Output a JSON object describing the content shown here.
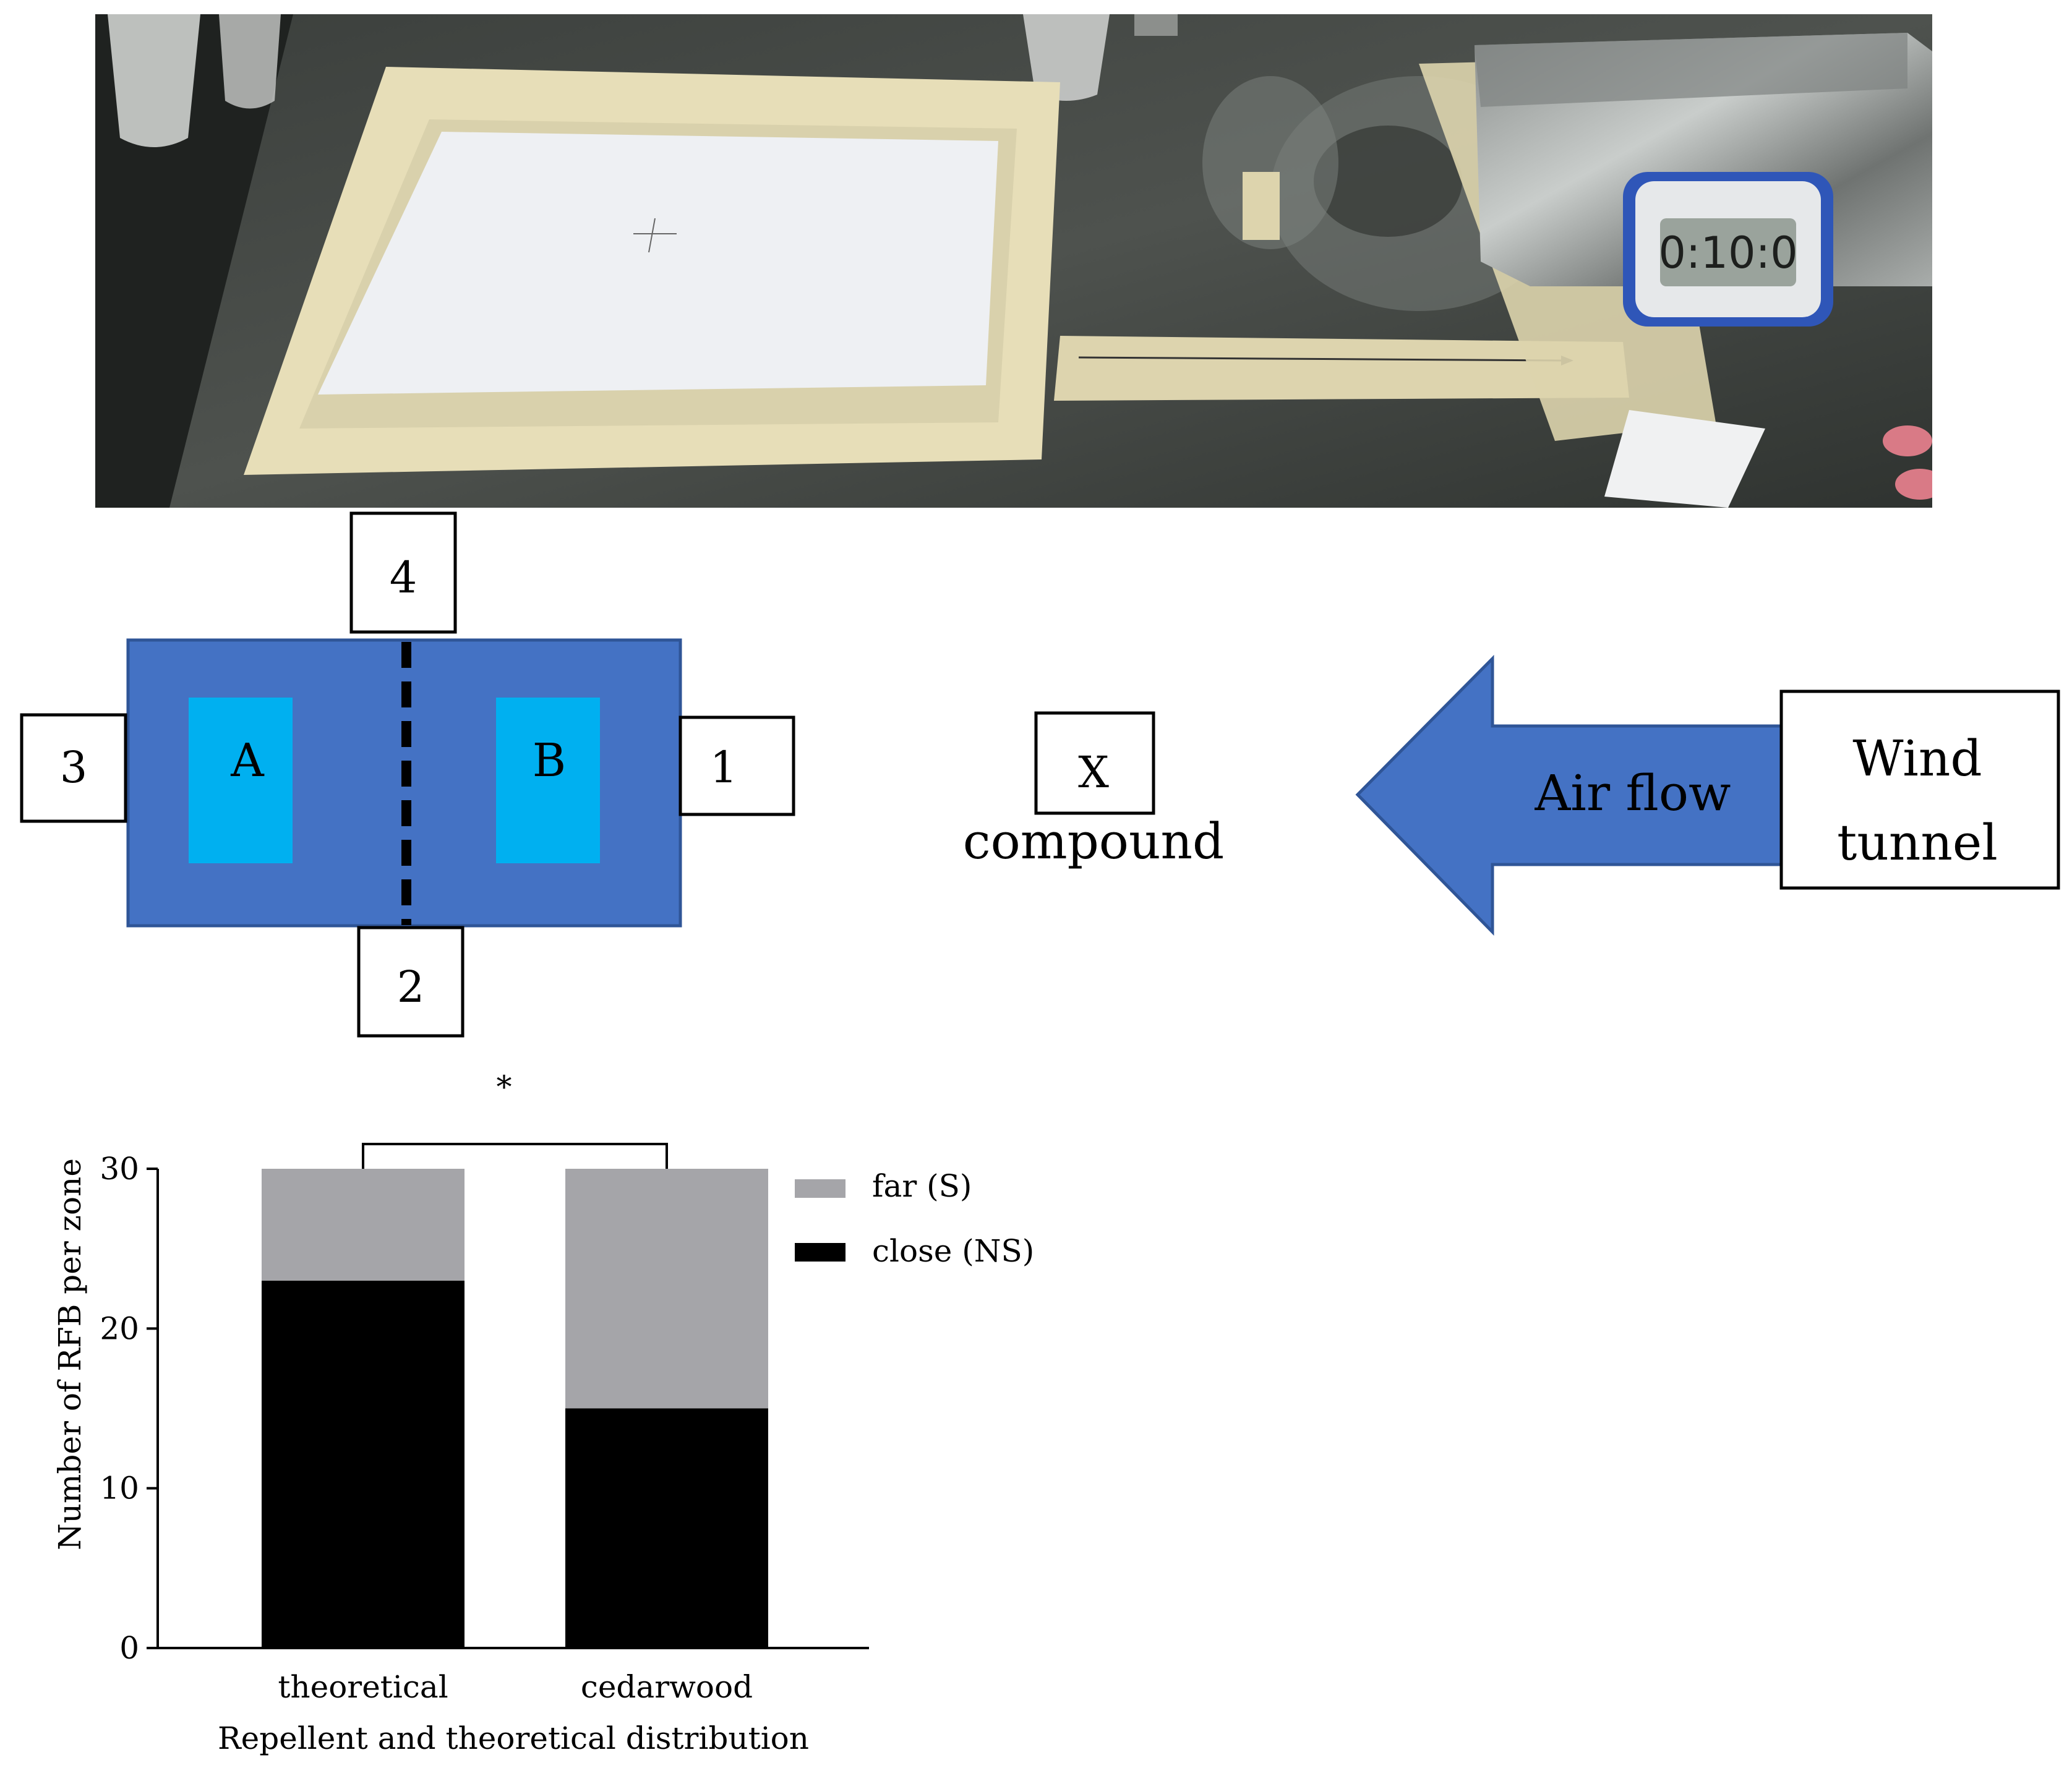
{
  "diagram": {
    "zones": [
      {
        "id": "zone-4",
        "label": "4"
      },
      {
        "id": "zone-3",
        "label": "3"
      },
      {
        "id": "zone-1",
        "label": "1"
      },
      {
        "id": "zone-2",
        "label": "2"
      }
    ],
    "arena_regions": {
      "a": "A",
      "b": "B"
    },
    "compound_marker": "X",
    "compound_label": "compound",
    "airflow_label": "Air flow",
    "wind_tunnel_line1": "Wind",
    "wind_tunnel_line2": "tunnel",
    "colors": {
      "arena": "#4472C4",
      "region": "#00B0F0",
      "arrow": "#4472C4"
    }
  },
  "chart_data": {
    "type": "bar",
    "stacked": true,
    "categories": [
      "theoretical",
      "cedarwood"
    ],
    "series": [
      {
        "name": "close (NS)",
        "values": [
          23,
          15
        ],
        "color": "#000000"
      },
      {
        "name": "far (S)",
        "values": [
          7,
          15
        ],
        "color": "#A5A5A9"
      }
    ],
    "legend_order": [
      "far (S)",
      "close (NS)"
    ],
    "xlabel": "Repellent and theoretical distribution",
    "ylabel": "Number of RFB per zone",
    "ylim": [
      0,
      30
    ],
    "yticks": [
      0,
      10,
      20,
      30
    ],
    "significance_marker": "*",
    "legend_position": "right",
    "grid": false
  }
}
